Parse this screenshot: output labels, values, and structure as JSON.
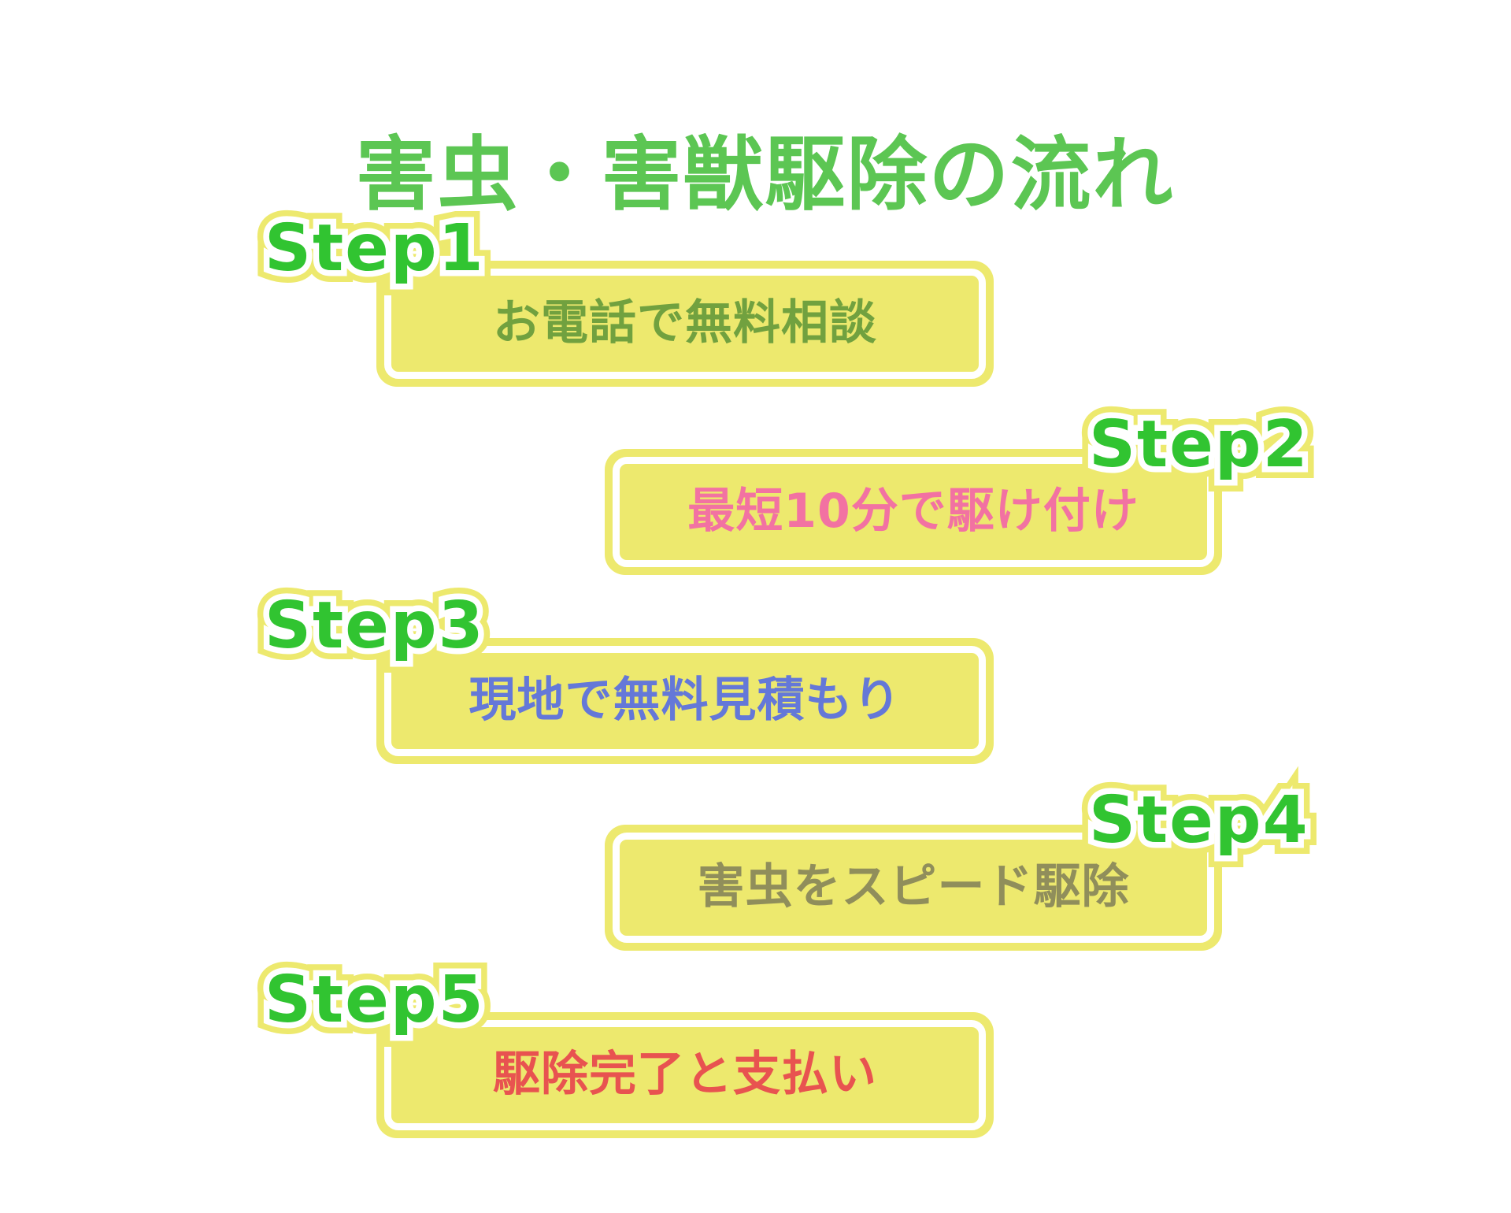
{
  "title": {
    "text": "害虫・害獣駆除の流れ",
    "color": "#5CC653"
  },
  "theme": {
    "background": "#FFFFFF",
    "frame_yellow": "#EDE96E",
    "inner_line_white": "#FFFFFF",
    "step_label_green": "#31C431",
    "title_green": "#5CC653"
  },
  "steps": [
    {
      "label": "Step1",
      "text": "お電話で無料相談",
      "text_color": "#71A13F"
    },
    {
      "label": "Step2",
      "text": "最短10分で駆け付け",
      "text_color": "#F272A2"
    },
    {
      "label": "Step3",
      "text": "現地で無料見積もり",
      "text_color": "#6478D8"
    },
    {
      "label": "Step4",
      "text": "害虫をスピード駆除",
      "text_color": "#908E5B"
    },
    {
      "label": "Step5",
      "text": "駆除完了と支払い",
      "text_color": "#E85350"
    }
  ]
}
